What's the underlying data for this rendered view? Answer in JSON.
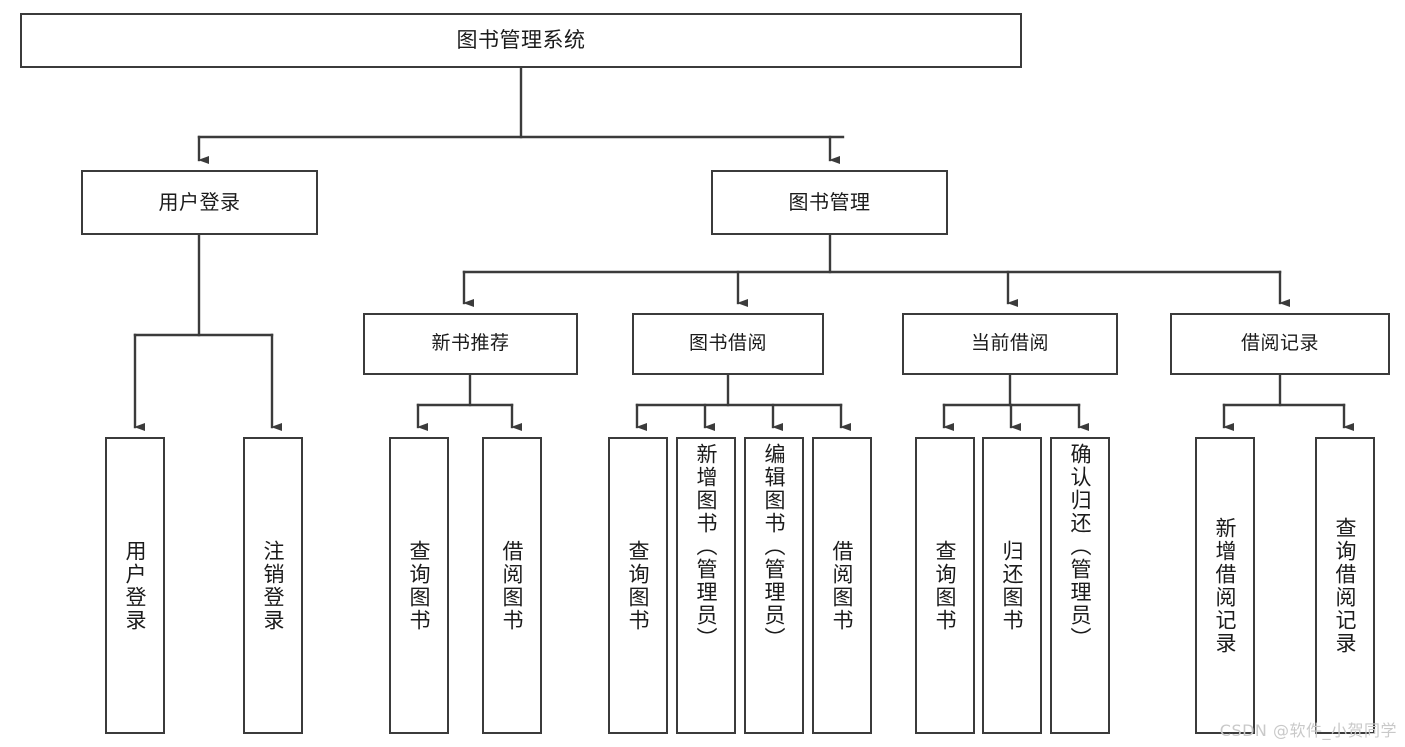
{
  "diagram": {
    "title": "图书管理系统",
    "type": "hierarchy-tree",
    "watermark": "CSDN @软件_小贺同学",
    "colors": {
      "background": "#ffffff",
      "box_border": "#3b3b3b",
      "box_fill": "#ffffff",
      "connector": "#3b3b3b",
      "text": "#1b1b1b",
      "watermark": "#c9c9c9"
    },
    "nodes": {
      "root": {
        "label": "图书管理系统"
      },
      "level2": [
        {
          "label": "用户登录"
        },
        {
          "label": "图书管理"
        }
      ],
      "level3": [
        {
          "label": "新书推荐"
        },
        {
          "label": "图书借阅"
        },
        {
          "label": "当前借阅"
        },
        {
          "label": "借阅记录"
        }
      ],
      "leaves": {
        "user_login": [
          {
            "label": "用户登录"
          },
          {
            "label": "注销登录"
          }
        ],
        "new_book_recommend": [
          {
            "label": "查询图书"
          },
          {
            "label": "借阅图书"
          }
        ],
        "book_borrow": [
          {
            "label": "查询图书"
          },
          {
            "label": "新增图书（管理员）"
          },
          {
            "label": "编辑图书（管理员）"
          },
          {
            "label": "借阅图书"
          }
        ],
        "current_borrow": [
          {
            "label": "查询图书"
          },
          {
            "label": "归还图书"
          },
          {
            "label": "确认归还（管理员）"
          }
        ],
        "borrow_record": [
          {
            "label": "新增借阅记录"
          },
          {
            "label": "查询借阅记录"
          }
        ]
      }
    }
  }
}
